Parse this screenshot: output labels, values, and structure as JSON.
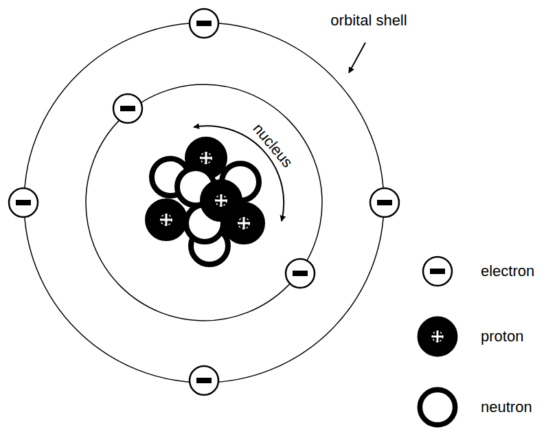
{
  "diagram": {
    "labels": [
      "orbital shell",
      "nucleus"
    ],
    "legend": [
      {
        "text": "electron"
      },
      {
        "text": "proton"
      },
      {
        "text": "neutron"
      }
    ]
  }
}
